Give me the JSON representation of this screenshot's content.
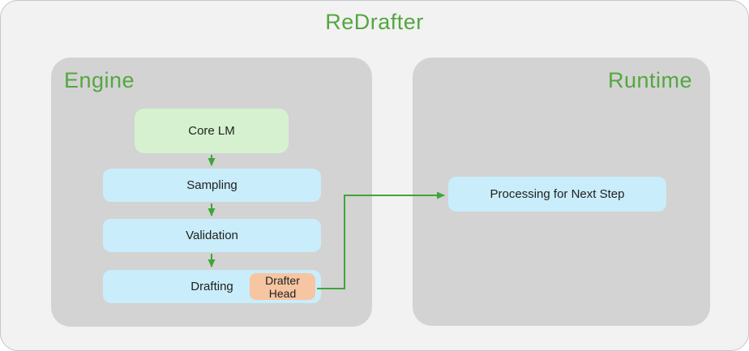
{
  "title": "ReDrafter",
  "engine": {
    "label": "Engine",
    "core_lm": "Core LM",
    "sampling": "Sampling",
    "validation": "Validation",
    "drafting": "Drafting",
    "drafter_head": "Drafter Head"
  },
  "runtime": {
    "label": "Runtime",
    "processing": "Processing for Next Step"
  },
  "flow": {
    "engine_steps": [
      "Core LM",
      "Sampling",
      "Validation",
      "Drafting"
    ],
    "cross_panel_edge": "Drafter Head -> Processing for Next Step"
  },
  "colors": {
    "page_bg": "#f2f2f2",
    "page_border": "#c6c6c6",
    "panel_bg": "#d3d3d3",
    "green_box_bg": "#d6f1cf",
    "blue_box_bg": "#c9edfa",
    "orange_box_bg": "#f6c5a2",
    "accent_green": "#55a640",
    "connector_green": "#3fa53a",
    "node_text": "#1f1f1f"
  }
}
